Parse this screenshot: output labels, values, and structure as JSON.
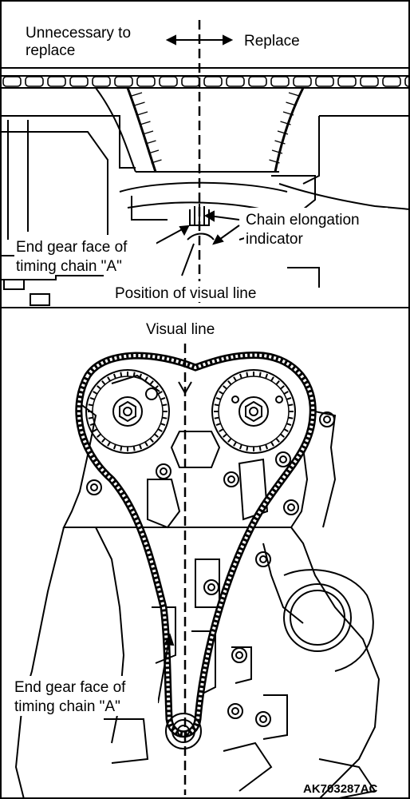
{
  "top_view": {
    "label_left_line1": "Unnecessary to",
    "label_left_line2": "replace",
    "label_right": "Replace",
    "chain_indicator_line1": "Chain elongation",
    "chain_indicator_line2": "indicator",
    "end_gear_line1": "End gear face of",
    "end_gear_line2": "timing chain \"A\"",
    "position_label": "Position of visual line"
  },
  "bottom_view": {
    "visual_line_label": "Visual line",
    "end_gear_line1": "End gear face of",
    "end_gear_line2": "timing chain \"A\""
  },
  "figure_code": "AK703287AC"
}
